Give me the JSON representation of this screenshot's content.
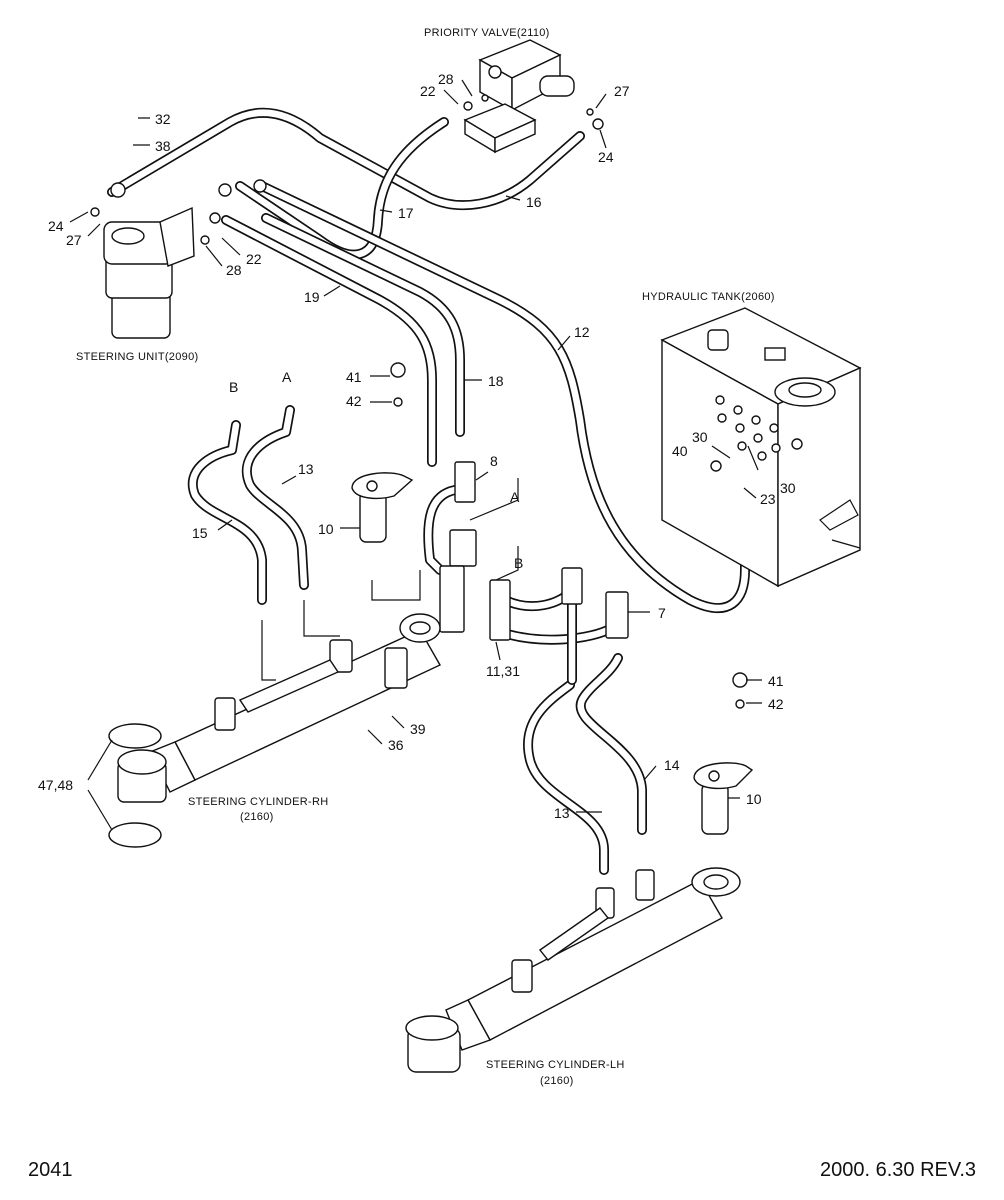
{
  "labels": {
    "priority_valve": "PRIORITY VALVE(2110)",
    "steering_unit": "STEERING UNIT(2090)",
    "hydraulic_tank": "HYDRAULIC TANK(2060)",
    "cyl_rh_name": "STEERING CYLINDER-RH",
    "cyl_rh_code": "(2160)",
    "cyl_lh_name": "STEERING CYLINDER-LH",
    "cyl_lh_code": "(2160)",
    "port_a": "A",
    "port_b": "B"
  },
  "callouts": {
    "p32": "32",
    "p38": "38",
    "p22a": "22",
    "p28a": "28",
    "p27a": "27",
    "p24a": "24",
    "p24b": "24",
    "p27b": "27",
    "p28b": "28",
    "p22b": "22",
    "p17": "17",
    "p16": "16",
    "p19": "19",
    "p18": "18",
    "p12": "12",
    "p41a": "41",
    "p42a": "42",
    "p10a": "10",
    "p8": "8",
    "pA": "A",
    "pB": "B",
    "p13a": "13",
    "p15": "15",
    "p7": "7",
    "p1131": "11,31",
    "p30a": "30",
    "p40": "40",
    "p30b": "30",
    "p23": "23",
    "p41b": "41",
    "p42b": "42",
    "p14": "14",
    "p13b": "13",
    "p10b": "10",
    "p4748": "47,48",
    "p36": "36",
    "p39": "39"
  },
  "footer": {
    "page": "2041",
    "date_rev": "2000. 6.30  REV.3"
  }
}
